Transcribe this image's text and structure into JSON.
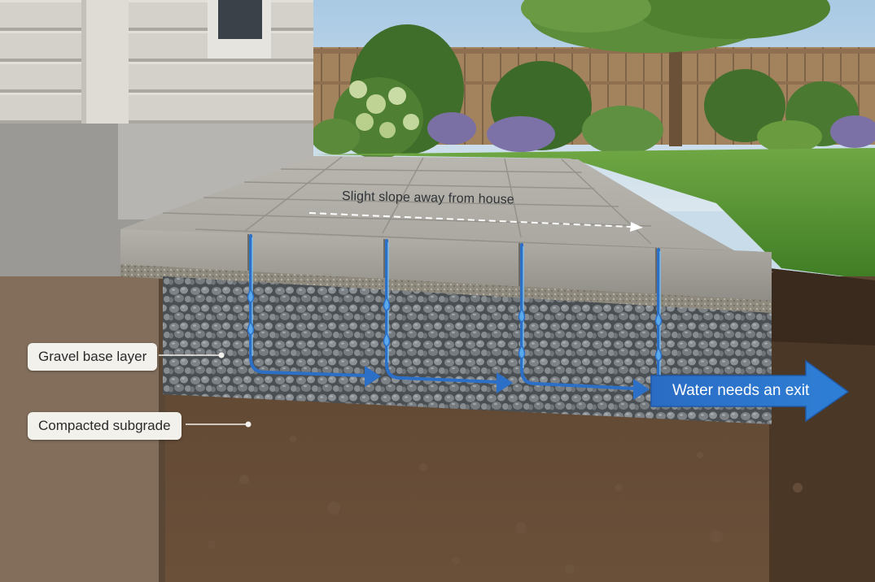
{
  "labels": {
    "slope": "Slight slope away from house",
    "gravel_base": "Gravel base layer",
    "subgrade": "Compacted subgrade",
    "water_exit": "Water needs an exit"
  },
  "colors": {
    "water": "#2b6fc7",
    "water_light": "#6fb6ef",
    "callout_bg": "#f3f1ec",
    "soil": "#5a4330",
    "gravel": "#6e7378",
    "paver": "#a9a6a0",
    "grass": "#4f8f2f",
    "siding": "#cfcdc6",
    "foundation": "#9d9c98",
    "fence": "#9b7b58",
    "sky": "#c9dcea"
  }
}
